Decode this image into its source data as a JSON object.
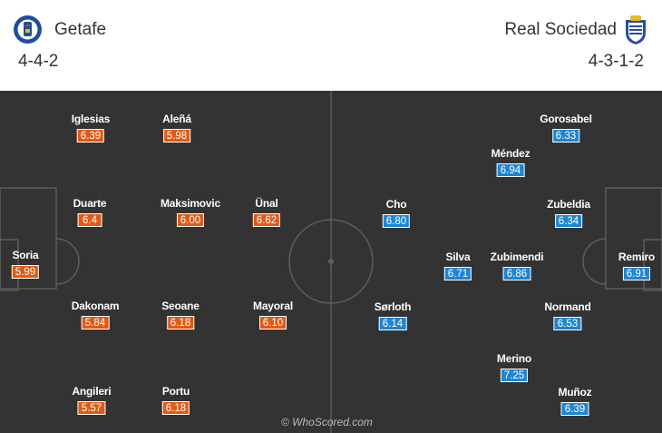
{
  "home": {
    "name": "Getafe",
    "formation": "4-4-2",
    "color": "#e05a16",
    "crest_icon": "getafe-crest-icon",
    "players": [
      {
        "name": "Iglesias",
        "rating": "6.39"
      },
      {
        "name": "Aleñá",
        "rating": "5.98"
      },
      {
        "name": "Duarte",
        "rating": "6.4"
      },
      {
        "name": "Maksimovic",
        "rating": "6.00"
      },
      {
        "name": "Ünal",
        "rating": "6.62"
      },
      {
        "name": "Soria",
        "rating": "5.99"
      },
      {
        "name": "Dakonam",
        "rating": "5.84"
      },
      {
        "name": "Seoane",
        "rating": "6.18"
      },
      {
        "name": "Mayoral",
        "rating": "6.10"
      },
      {
        "name": "Angileri",
        "rating": "5.57"
      },
      {
        "name": "Portu",
        "rating": "6.18"
      }
    ]
  },
  "away": {
    "name": "Real Sociedad",
    "formation": "4-3-1-2",
    "color": "#1f86d1",
    "crest_icon": "real-sociedad-crest-icon",
    "players": [
      {
        "name": "Gorosabel",
        "rating": "6.33"
      },
      {
        "name": "Méndez",
        "rating": "6.94"
      },
      {
        "name": "Cho",
        "rating": "6.80"
      },
      {
        "name": "Zubeldia",
        "rating": "6.34"
      },
      {
        "name": "Silva",
        "rating": "6.71"
      },
      {
        "name": "Zubimendi",
        "rating": "6.86"
      },
      {
        "name": "Remiro",
        "rating": "6.91"
      },
      {
        "name": "Sørloth",
        "rating": "6.14"
      },
      {
        "name": "Normand",
        "rating": "6.53"
      },
      {
        "name": "Merino",
        "rating": "7.25"
      },
      {
        "name": "Muñoz",
        "rating": "6.39"
      }
    ]
  },
  "pitch_color": "#333333",
  "watermark": "© WhoScored.com"
}
